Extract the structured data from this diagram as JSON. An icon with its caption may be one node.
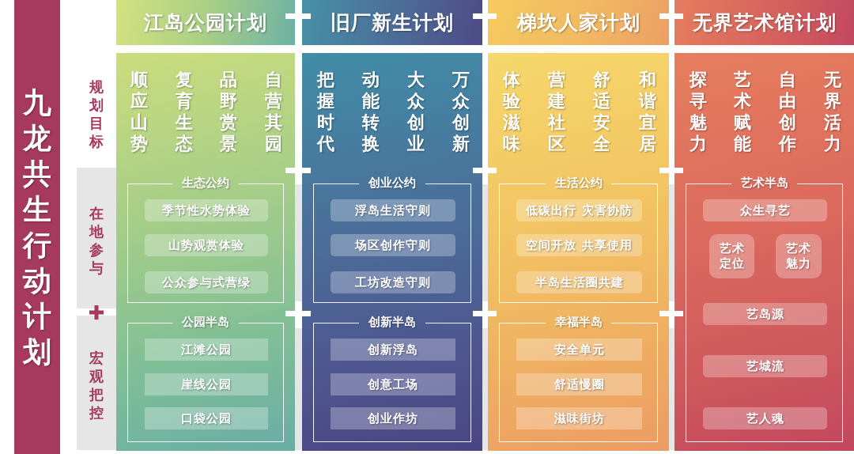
{
  "diagram": {
    "nodes": [
      {
        "text": [
          "九龙共生行动计划"
        ]
      },
      {
        "text": [
          "江岛公园计划"
        ]
      },
      {
        "text": [
          "旧厂新生计划"
        ]
      },
      {
        "text": [
          "梯坎人家计划"
        ]
      },
      {
        "text": [
          "无界艺术馆计划"
        ]
      },
      {
        "text": [
          "在地参与"
        ]
      },
      {
        "text": [
          "宏观把控"
        ]
      },
      {
        "text": [
          "顺应山势",
          "复育生态",
          "品野赏景",
          "自营其园"
        ]
      },
      {
        "text": [
          "生态公约"
        ],
        "in": 7
      },
      {
        "text": [
          "季节性水势体验"
        ],
        "in": 8
      },
      {
        "text": [
          "山势观赏体验"
        ],
        "in": 8
      },
      {
        "text": [
          "公众参与式营绿"
        ],
        "in": 8
      },
      {
        "text": [
          "公园半岛"
        ],
        "in": 7
      },
      {
        "text": [
          "江滩公园"
        ],
        "in": 12
      },
      {
        "text": [
          "崖线公园"
        ],
        "in": 12
      },
      {
        "text": [
          "口袋公园"
        ],
        "in": 12
      },
      {
        "text": [
          "把握时代",
          "动能转换",
          "大众创业",
          "万众创新"
        ]
      },
      {
        "text": [
          "创业公约"
        ],
        "in": 16
      },
      {
        "text": [
          "浮岛生活守则"
        ],
        "in": 17
      },
      {
        "text": [
          "场区创作守则"
        ],
        "in": 17
      },
      {
        "text": [
          "工坊改造守则"
        ],
        "in": 17
      },
      {
        "text": [
          "创新半岛"
        ],
        "in": 16
      },
      {
        "text": [
          "创新浮岛"
        ],
        "in": 21
      },
      {
        "text": [
          "创意工场"
        ],
        "in": 21
      },
      {
        "text": [
          "创业作坊"
        ],
        "in": 21
      },
      {
        "text": [
          "体验滋味",
          "营建社区",
          "舒适安全",
          "和谐宜居"
        ]
      },
      {
        "text": [
          "生活公约"
        ],
        "in": 25
      },
      {
        "text": [
          "低碳出行 灾害协防"
        ],
        "in": 26
      },
      {
        "text": [
          "空间开放 共享使用"
        ],
        "in": 26
      },
      {
        "text": [
          "半岛生活圈共建"
        ],
        "in": 26
      },
      {
        "text": [
          "幸福半岛"
        ],
        "in": 25
      },
      {
        "text": [
          "安全单元"
        ],
        "in": 30
      },
      {
        "text": [
          "舒适慢圈"
        ],
        "in": 30
      },
      {
        "text": [
          "滋味街坊"
        ],
        "in": 30
      },
      {
        "text": [
          "探寻魅力",
          "艺术赋能",
          "自由创作",
          "无界活力"
        ]
      },
      {
        "text": [
          "艺术半岛"
        ],
        "in": 34
      },
      {
        "text": [
          "众生寻艺"
        ],
        "in": 35
      },
      {
        "text": [
          "艺术定位"
        ],
        "in": 35
      },
      {
        "text": [
          "艺术魅力"
        ],
        "in": 35
      },
      {
        "text": [
          "艺岛源"
        ],
        "in": 35
      },
      {
        "text": [
          "艺城流"
        ],
        "in": 35
      },
      {
        "text": [
          "艺人魂"
        ],
        "in": 35
      }
    ],
    "labels": [
      "规划目标"
    ]
  }
}
